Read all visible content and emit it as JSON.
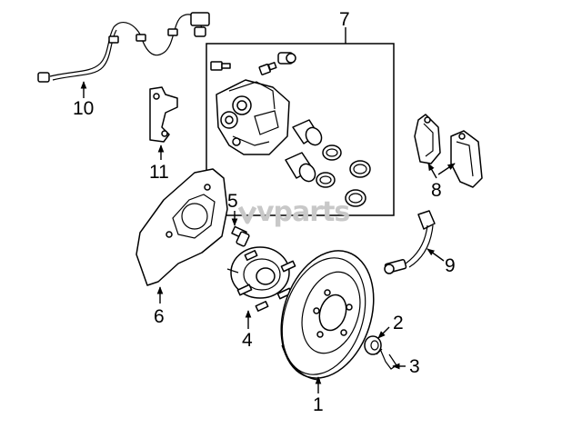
{
  "diagram": {
    "callouts": {
      "c1": "1",
      "c2": "2",
      "c3": "3",
      "c4": "4",
      "c5": "5",
      "c6": "6",
      "c7": "7",
      "c8": "8",
      "c9": "9",
      "c10": "10",
      "c11": "11"
    },
    "watermark": "vparts"
  }
}
